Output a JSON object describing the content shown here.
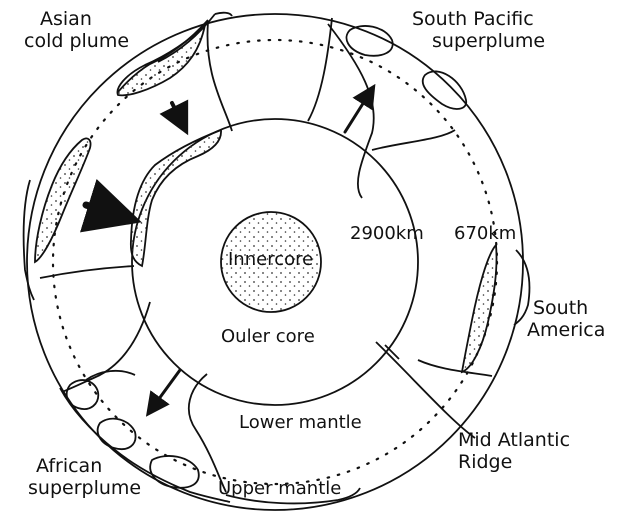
{
  "labels": {
    "asian_cold_plume": [
      "Asian",
      "cold plume"
    ],
    "south_pacific_superplume": [
      "South Pacific",
      "superplume"
    ],
    "depth_2900": "2900km",
    "depth_670": "670km",
    "inner_core": "Innercore",
    "outer_core": "Ouler core",
    "south_america": [
      "South",
      "America"
    ],
    "lower_mantle": "Lower mantle",
    "mid_atlantic_ridge": [
      "Mid Atlantic",
      "Ridge"
    ],
    "african_superplume": [
      "African",
      "superplume"
    ],
    "upper_mantle": "Upper mantle"
  },
  "colors": {
    "line": "#111111",
    "background": "#ffffff",
    "stipple": "#333333"
  }
}
